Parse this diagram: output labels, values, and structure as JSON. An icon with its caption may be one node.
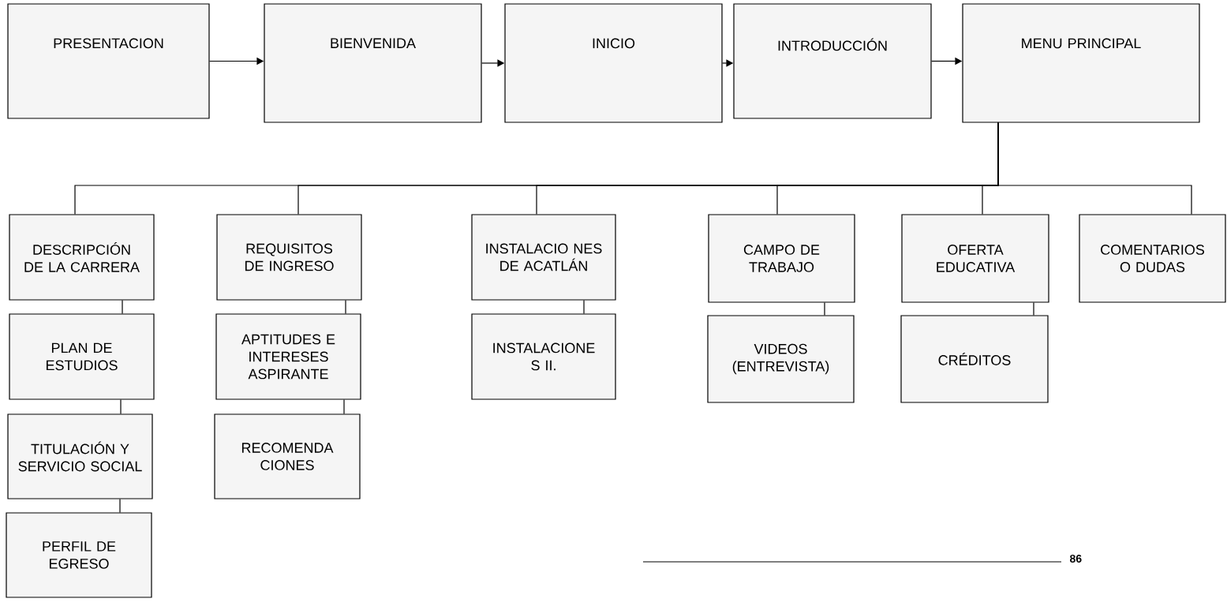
{
  "diagram": {
    "nodes": [
      {
        "text": [
          "PRESENTACION"
        ]
      },
      {
        "text": [
          "BIENVENIDA"
        ]
      },
      {
        "text": [
          "INICIO"
        ]
      },
      {
        "text": [
          "INTRODUCCIÓN"
        ]
      },
      {
        "text": [
          "MENU PRINCIPAL"
        ]
      },
      {
        "text": [
          "DESCRIPCIÓN DE LA CARRERA"
        ]
      },
      {
        "text": [
          "REQUISITOS DE INGRESO"
        ]
      },
      {
        "text": [
          "INSTALACIO NES DE ACATLÁN"
        ]
      },
      {
        "text": [
          "CAMPO DE TRABAJO"
        ]
      },
      {
        "text": [
          "OFERTA EDUCATIVA"
        ]
      },
      {
        "text": [
          "COMENTARIOS O DUDAS"
        ]
      },
      {
        "text": [
          "PLAN DE ESTUDIOS"
        ]
      },
      {
        "text": [
          "APTITUDES E INTERESES ASPIRANTE"
        ]
      },
      {
        "text": [
          "INSTALACIONE S II."
        ]
      },
      {
        "text": [
          "VIDEOS (ENTREVISTA)"
        ]
      },
      {
        "text": [
          "CRÉDITOS"
        ]
      },
      {
        "text": [
          "TITULACIÓN Y SERVICIO SOCIAL"
        ]
      },
      {
        "text": [
          "RECOMENDA CIONES"
        ]
      },
      {
        "text": [
          "PERFIL DE EGRESO"
        ]
      }
    ],
    "edges": [
      {
        "from": 0,
        "to": 1,
        "arrow": "to"
      },
      {
        "from": 1,
        "to": 2,
        "arrow": "to"
      },
      {
        "from": 2,
        "to": 3,
        "arrow": "to"
      },
      {
        "from": 3,
        "to": 4,
        "arrow": "to"
      },
      {
        "from": 4,
        "to": 5,
        "arrow": "none"
      },
      {
        "from": 4,
        "to": 6,
        "arrow": "none"
      },
      {
        "from": 4,
        "to": 7,
        "arrow": "none"
      },
      {
        "from": 4,
        "to": 8,
        "arrow": "none"
      },
      {
        "from": 4,
        "to": 9,
        "arrow": "none"
      },
      {
        "from": 4,
        "to": 10,
        "arrow": "none"
      },
      {
        "from": 5,
        "to": 11,
        "arrow": "none"
      },
      {
        "from": 11,
        "to": 16,
        "arrow": "none"
      },
      {
        "from": 16,
        "to": 18,
        "arrow": "none"
      },
      {
        "from": 6,
        "to": 12,
        "arrow": "none"
      },
      {
        "from": 12,
        "to": 17,
        "arrow": "none"
      },
      {
        "from": 7,
        "to": 13,
        "arrow": "none"
      },
      {
        "from": 8,
        "to": 14,
        "arrow": "none"
      },
      {
        "from": 9,
        "to": 15,
        "arrow": "none"
      }
    ],
    "labels": [
      "86"
    ]
  }
}
